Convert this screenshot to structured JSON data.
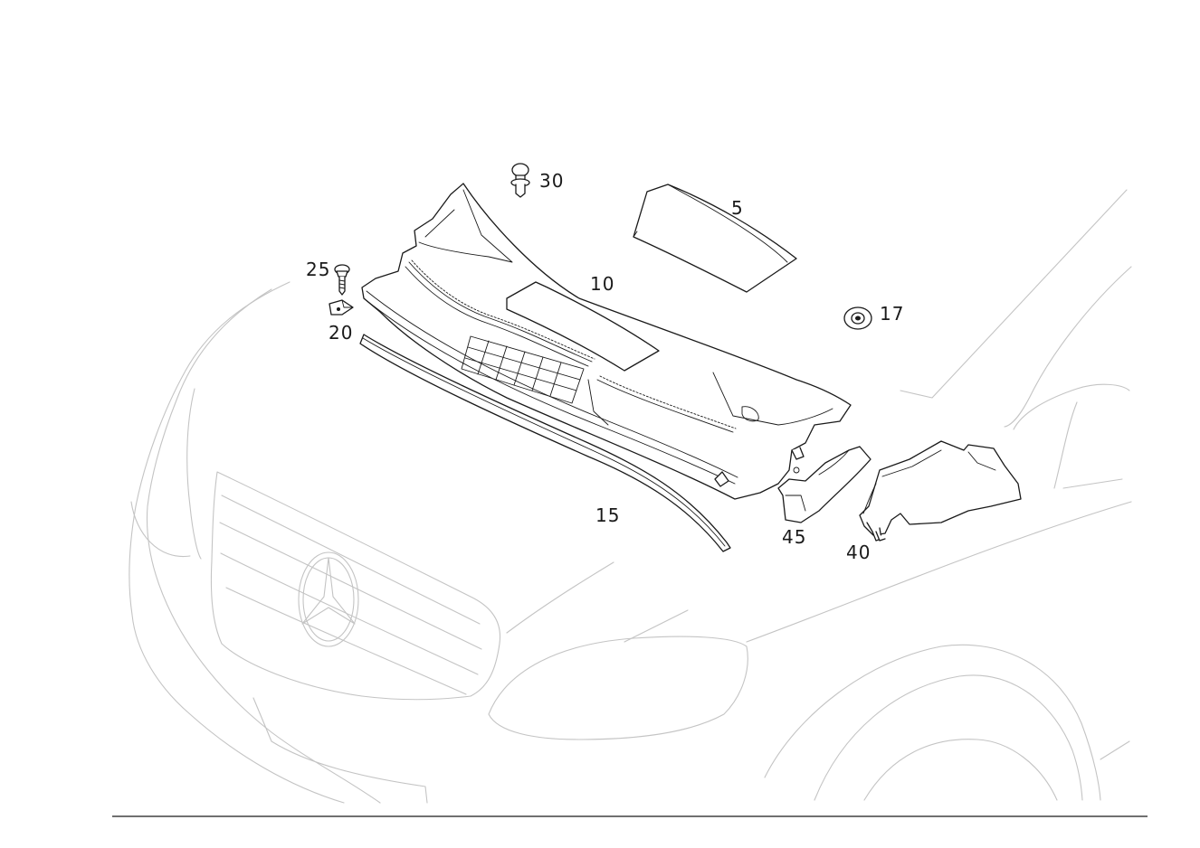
{
  "diagram": {
    "labels": {
      "part_5": "5",
      "part_10": "10",
      "part_15": "15",
      "part_17": "17",
      "part_20": "20",
      "part_25": "25",
      "part_30": "30",
      "part_40": "40",
      "part_45": "45"
    },
    "colors": {
      "background": "#ffffff",
      "part_stroke": "#1a1a1a",
      "vehicle_outline": "#c4c4c4"
    }
  }
}
